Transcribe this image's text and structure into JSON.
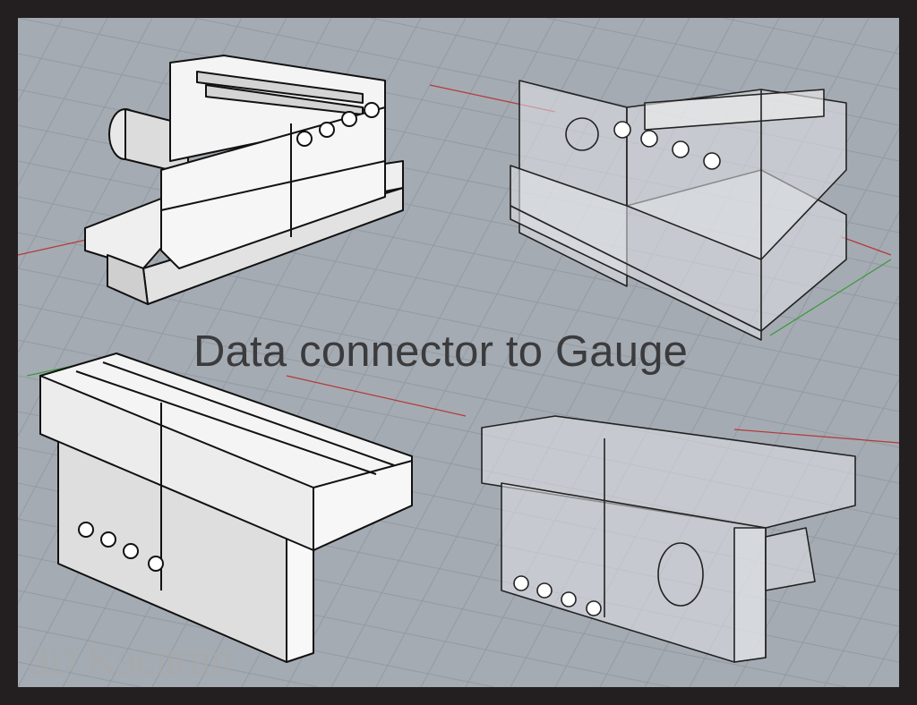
{
  "title": "Data connector to Gauge",
  "watermark": "3D Kacitran",
  "colors": {
    "frame": "#231f20",
    "viewport": "#a5abb3",
    "grid": "#8f959d",
    "x_axis": "#b23a3a",
    "y_axis": "#3a9a3a",
    "part_face": "#f2f2f2",
    "part_shade": "#c8c8c8",
    "edge": "#111111"
  },
  "views": [
    {
      "name": "top-left",
      "style": "shaded"
    },
    {
      "name": "top-right",
      "style": "ghosted"
    },
    {
      "name": "bottom-left",
      "style": "shaded"
    },
    {
      "name": "bottom-right",
      "style": "ghosted"
    }
  ]
}
